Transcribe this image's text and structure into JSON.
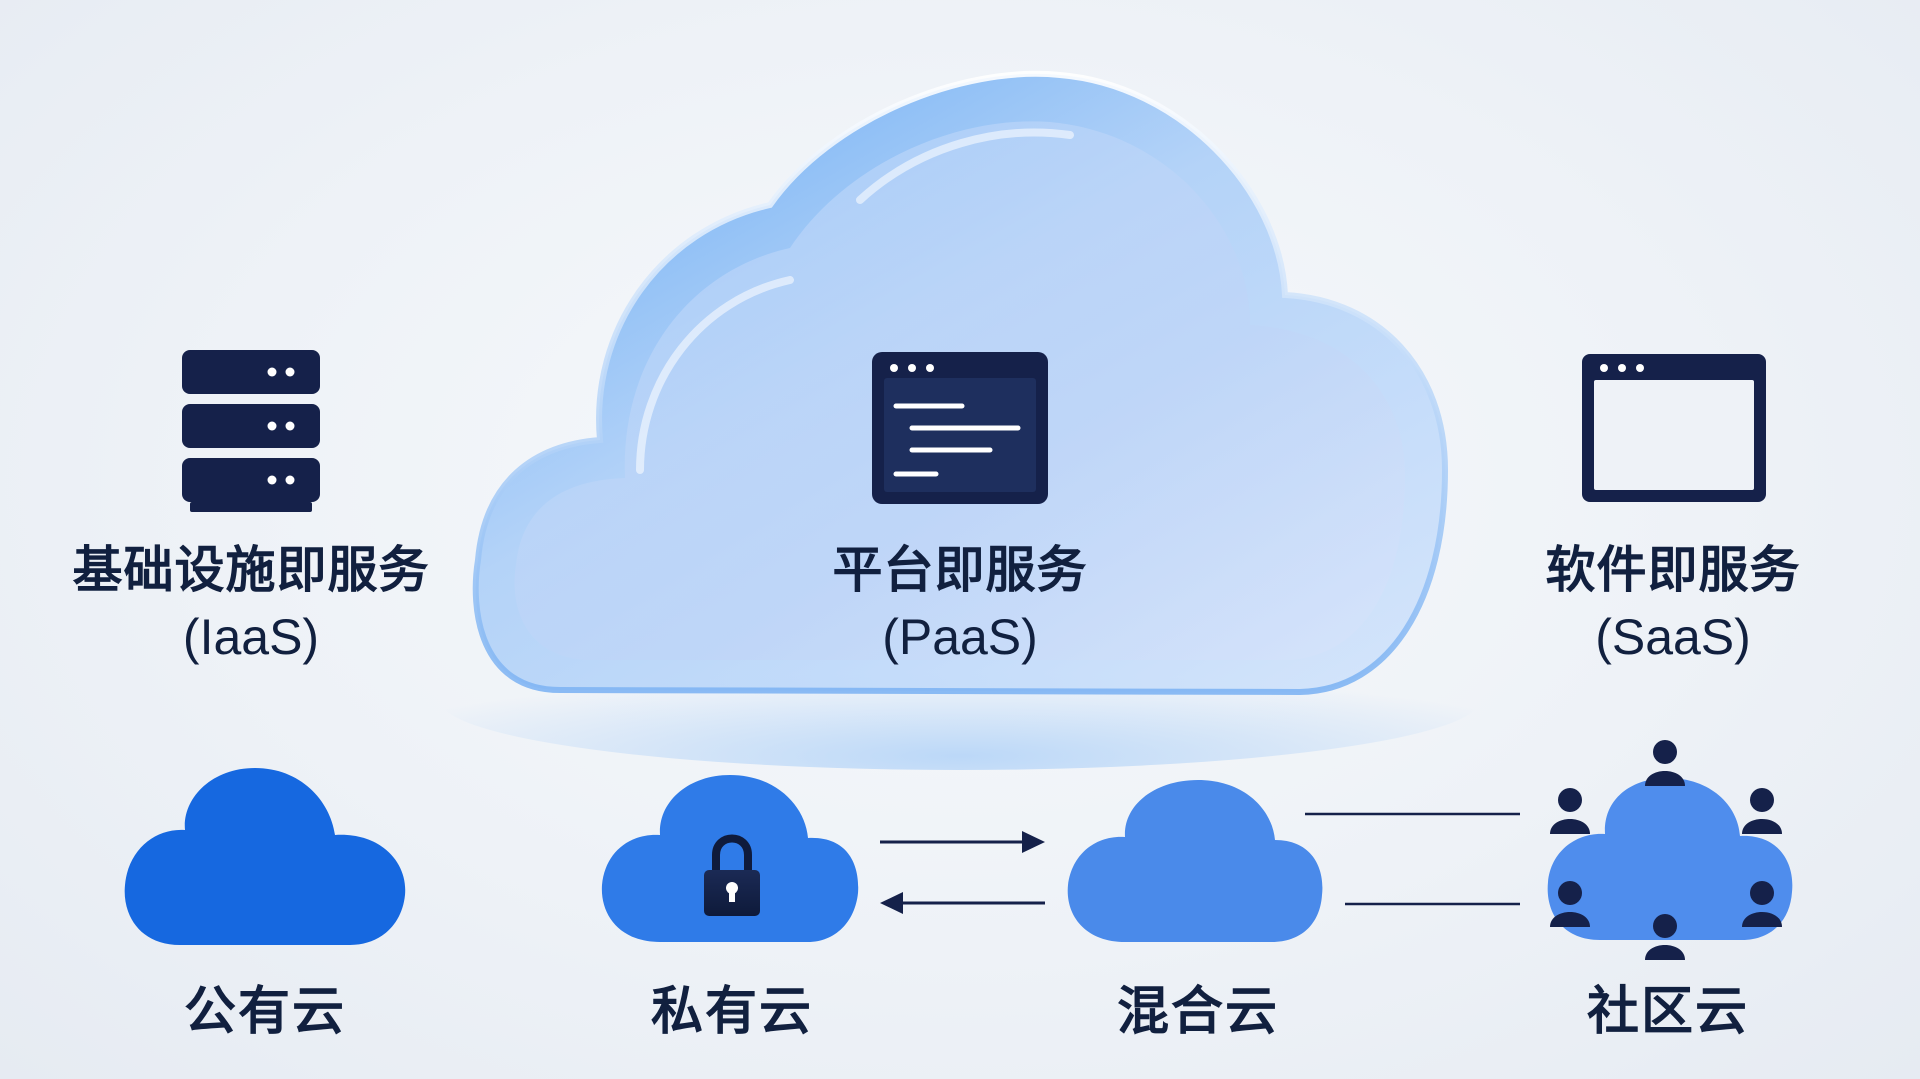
{
  "services": [
    {
      "id": "iaas",
      "title": "基础设施即服务",
      "abbr": "(IaaS)",
      "icon": "server-rack-icon"
    },
    {
      "id": "paas",
      "title": "平台即服务",
      "abbr": "(PaaS)",
      "icon": "code-window-icon"
    },
    {
      "id": "saas",
      "title": "软件即服务",
      "abbr": "(SaaS)",
      "icon": "app-window-icon"
    }
  ],
  "deployments": [
    {
      "id": "public",
      "label": "公有云",
      "icon": "cloud-icon"
    },
    {
      "id": "private",
      "label": "私有云",
      "icon": "lock-cloud-icon"
    },
    {
      "id": "hybrid",
      "label": "混合云",
      "icon": "cloud-icon"
    },
    {
      "id": "community",
      "label": "社区云",
      "icon": "people-cloud-icon"
    }
  ],
  "colors": {
    "navy": "#15214a",
    "public_cloud": "#1668e0",
    "private_cloud": "#2f7be8",
    "hybrid_cloud": "#4a8aea",
    "community_cloud": "#4f8ded",
    "glass_cloud": "#7db6f5"
  }
}
